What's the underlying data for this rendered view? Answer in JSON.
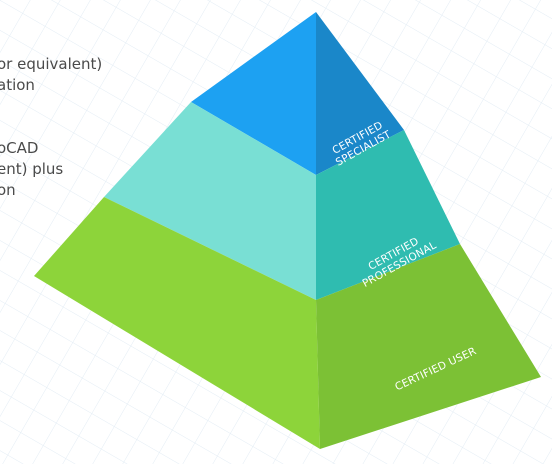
{
  "side_text": {
    "block1": [
      "or equivalent)",
      "ation"
    ],
    "block2": [
      "oCAD",
      "ent) plus",
      "on"
    ]
  },
  "pyramid": {
    "tiers": [
      {
        "lines": [
          "CERTIFIED",
          "SPECIALIST"
        ],
        "front_color": "#1da1f2",
        "side_color": "#1a87c9"
      },
      {
        "lines": [
          "CERTIFIED",
          "PROFESSIONAL"
        ],
        "front_color": "#79dfd4",
        "side_color": "#2fbcb0"
      },
      {
        "lines": [
          "CERTIFIED USER"
        ],
        "front_color": "#8dd43a",
        "side_color": "#7cc135"
      }
    ]
  }
}
